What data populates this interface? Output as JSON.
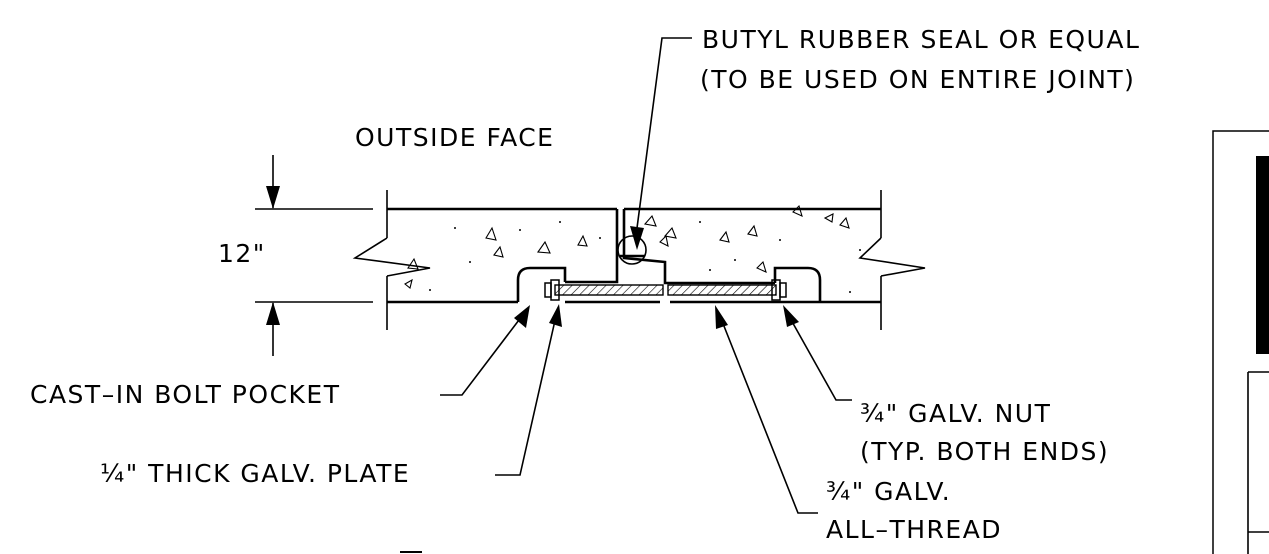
{
  "labels": {
    "seal_line1": "BUTYL RUBBER SEAL OR EQUAL",
    "seal_line2": "(TO BE USED ON ENTIRE JOINT)",
    "outside_face": "OUTSIDE FACE",
    "thickness": "12\"",
    "bolt_pocket": "CAST–IN BOLT POCKET",
    "plate": "¼\" THICK GALV. PLATE",
    "nut_line1": "¾\" GALV. NUT",
    "nut_line2": "(TYP. BOTH ENDS)",
    "thread_line1": "¾\" GALV.",
    "thread_line2": "ALL–THREAD"
  },
  "colors": {
    "ink": "#000000",
    "background": "#ffffff"
  }
}
